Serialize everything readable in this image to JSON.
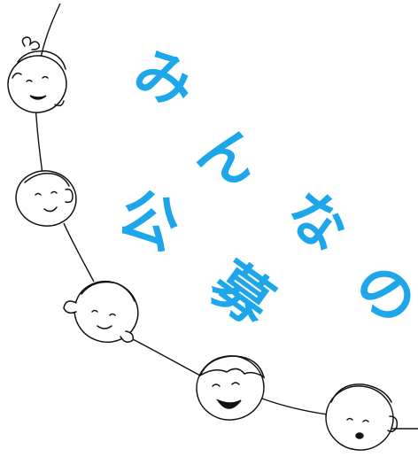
{
  "title": {
    "chars": [
      "み",
      "ん",
      "な",
      "の",
      "公",
      "募"
    ],
    "color": "#1ea6ea"
  },
  "illustration": {
    "line_color": "#111111",
    "faces": [
      "face-girl-bow",
      "face-child-smiling",
      "face-girl-pigtails",
      "face-boy-laughing",
      "face-child-surprised"
    ]
  }
}
